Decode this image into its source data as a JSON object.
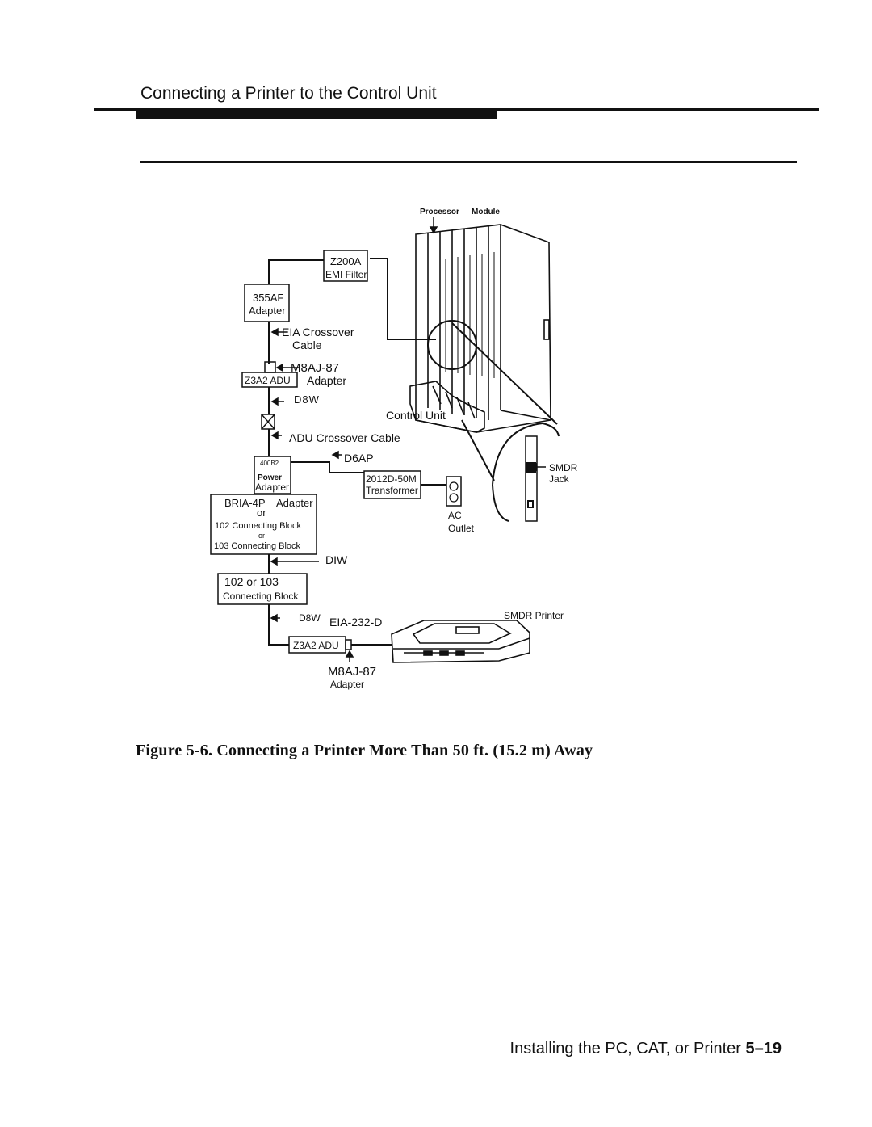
{
  "header": {
    "title": "Connecting a Printer to the Control Unit"
  },
  "figure": {
    "caption": "Figure 5-6. Connecting a Printer More Than 50 ft. (15.2 m) Away",
    "labels": {
      "processor": "Processor",
      "module": "Module",
      "z200a": "Z200A",
      "emi_filter": "EMI Filter",
      "af355": "355AF",
      "adapter": "Adapter",
      "eia_crossover": "EIA Crossover",
      "cable": "Cable",
      "m8aj87_top": "M8AJ-87",
      "z3a2_top": "Z3A2 ADU",
      "adapter_right": "Adapter",
      "d8w_top": "D8W",
      "control_unit": "Control Unit",
      "adu_crossover": "ADU Crossover Cable",
      "d6ap": "D6AP",
      "b400b2": "400B2",
      "power": "Power",
      "power_adapter": "Adapter",
      "transformer_model": "2012D-50M",
      "transformer": "Transformer",
      "ac": "AC",
      "outlet": "Outlet",
      "smdr": "SMDR",
      "jack": "Jack",
      "bria4p": "BRIA-4P",
      "bria_adapter": "Adapter",
      "or1": "or",
      "cb102": "102 Connecting Block",
      "or2": "or",
      "cb103": "103  Connecting  Block",
      "diw": "DIW",
      "cb_102or103": "102  or  103",
      "connecting_block": "Connecting Block",
      "d8w_bottom": "D8W",
      "eia232d": "EIA-232-D",
      "smdr_printer": "SMDR  Printer",
      "z3a2_bottom": "Z3A2  ADU",
      "m8aj87_bottom": "M8AJ-87",
      "adapter_bottom": "Adapter"
    }
  },
  "footer": {
    "text": "Installing the PC, CAT, or Printer ",
    "page": "5–19"
  }
}
